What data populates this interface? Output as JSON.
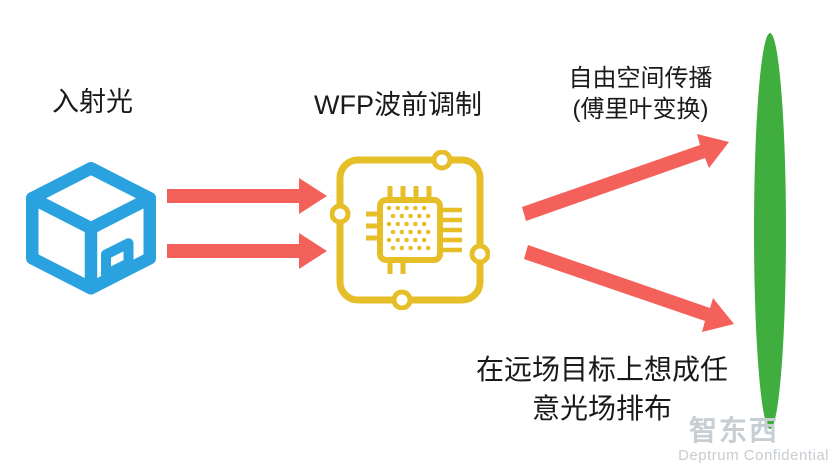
{
  "colors": {
    "cube_blue": "#2BA2E0",
    "chip_gold": "#E6BE27",
    "arrow_red": "#F4605A",
    "screen_green": "#3FAE3E",
    "text_dark": "#1A1A1A",
    "watermark_gray": "#C6CDD3"
  },
  "labels": {
    "incident_light": "入射光",
    "wfp_modulation": "WFP波前调制",
    "free_space_line1": "自由空间传播",
    "free_space_line2": "(傅里叶变换)",
    "farfield_line1": "在远场目标上想成任",
    "farfield_line2": "意光场排布"
  },
  "icons": {
    "cube": "cube-wireframe-icon (blue incident-light box)",
    "chip": "cpu-chip-icon (yellow wavefront modulator)",
    "arrows": "red right/diverging propagation arrows",
    "screen": "green far-field target screen"
  },
  "watermark": {
    "logo_text": "智东西",
    "confidential": "Deptrum Confidential"
  }
}
